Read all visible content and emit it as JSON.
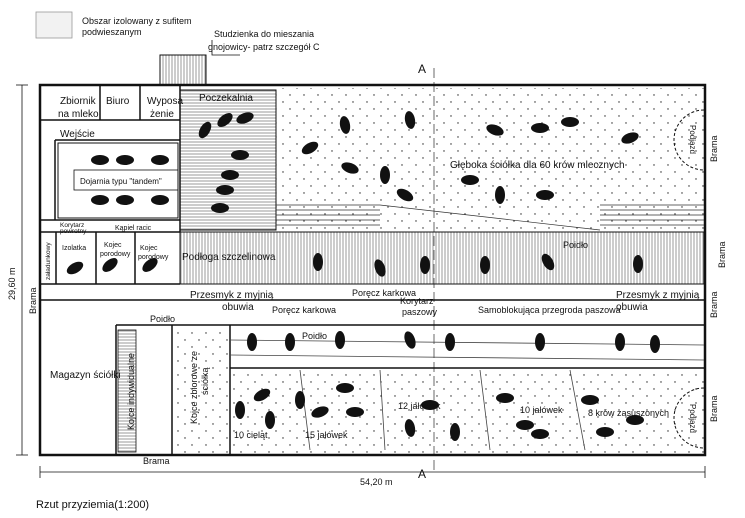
{
  "legend": {
    "label_line1": "Obszar izolowany z sufitem",
    "label_line2": "podwieszanym"
  },
  "title": "Rzut przyziemia(1:200)",
  "section_mark": "A",
  "dimensions": {
    "width": "54,20 m",
    "height": "29,60 m"
  },
  "rooms": {
    "studzienka_line1": "Studzienka do mieszania",
    "studzienka_line2": "gnojowicy- patrz szczegół C",
    "zbiornik_line1": "Zbiornik",
    "zbiornik_line2": "na mleko",
    "biuro": "Biuro",
    "wyposazenie_line1": "Wyposa",
    "wyposazenie_line2": "żenie",
    "poczekalnia": "Poczekalnia",
    "wejscie": "Wejście",
    "dojarnia": "Dojarnia typu \"tandem\"",
    "korytarz_powrotny_line1": "Korytarz",
    "korytarz_powrotny_line2": "powrotny",
    "kapiel_racic": "Kąpiel racic",
    "izolatka": "Izolatka",
    "kojec1_line1": "Kojec",
    "kojec1_line2": "porodowy",
    "kojec2_line1": "Kojec",
    "kojec2_line2": "porodowy",
    "zaladunkowy": "załadunkowy",
    "podloga_szczelinowa": "Podłoga szczelinowa",
    "gleboka_sciolka": "Głęboka ściółka dla 60 krów mlecznych",
    "poidlo_top": "Poidło",
    "przesmyk_left_line1": "Przesmyk z myjnią",
    "przesmyk_left_line2": "obuwia",
    "przesmyk_right_line1": "Przesmyk z myjnią",
    "przesmyk_right_line2": "obuwia",
    "porecz_top": "Poręcz karkowa",
    "korytarz_paszowy_line1": "Korytarz",
    "korytarz_paszowy_line2": "paszowy",
    "porecz_bottom": "Poręcz karkowa",
    "samoblokujaca": "Samoblokująca przegroda paszowa",
    "poidlo_left": "Poidło",
    "poidlo_bottom": "Poidło",
    "magazyn": "Magazyn ściółki",
    "kojce_indywidualne": "Kojce indywidualne",
    "kojce_zbiorowe_line1": "Kojce zbiorowe ze",
    "kojce_zbiorowe_line2": "ściółką",
    "cieleta": "10 cieląt",
    "jalowek15": "15 jałówek",
    "jalowek12": "12 jałówek",
    "jalowek10": "10 jałówek",
    "krow8": "8 krów zasuszonych",
    "brama_left": "Brama",
    "brama_bottom": "Brama",
    "brama_right1": "Brama",
    "brama_right2": "Brama",
    "brama_right3": "Brama",
    "podjazd1": "Podjazd",
    "podjazd2": "Podjazd"
  }
}
